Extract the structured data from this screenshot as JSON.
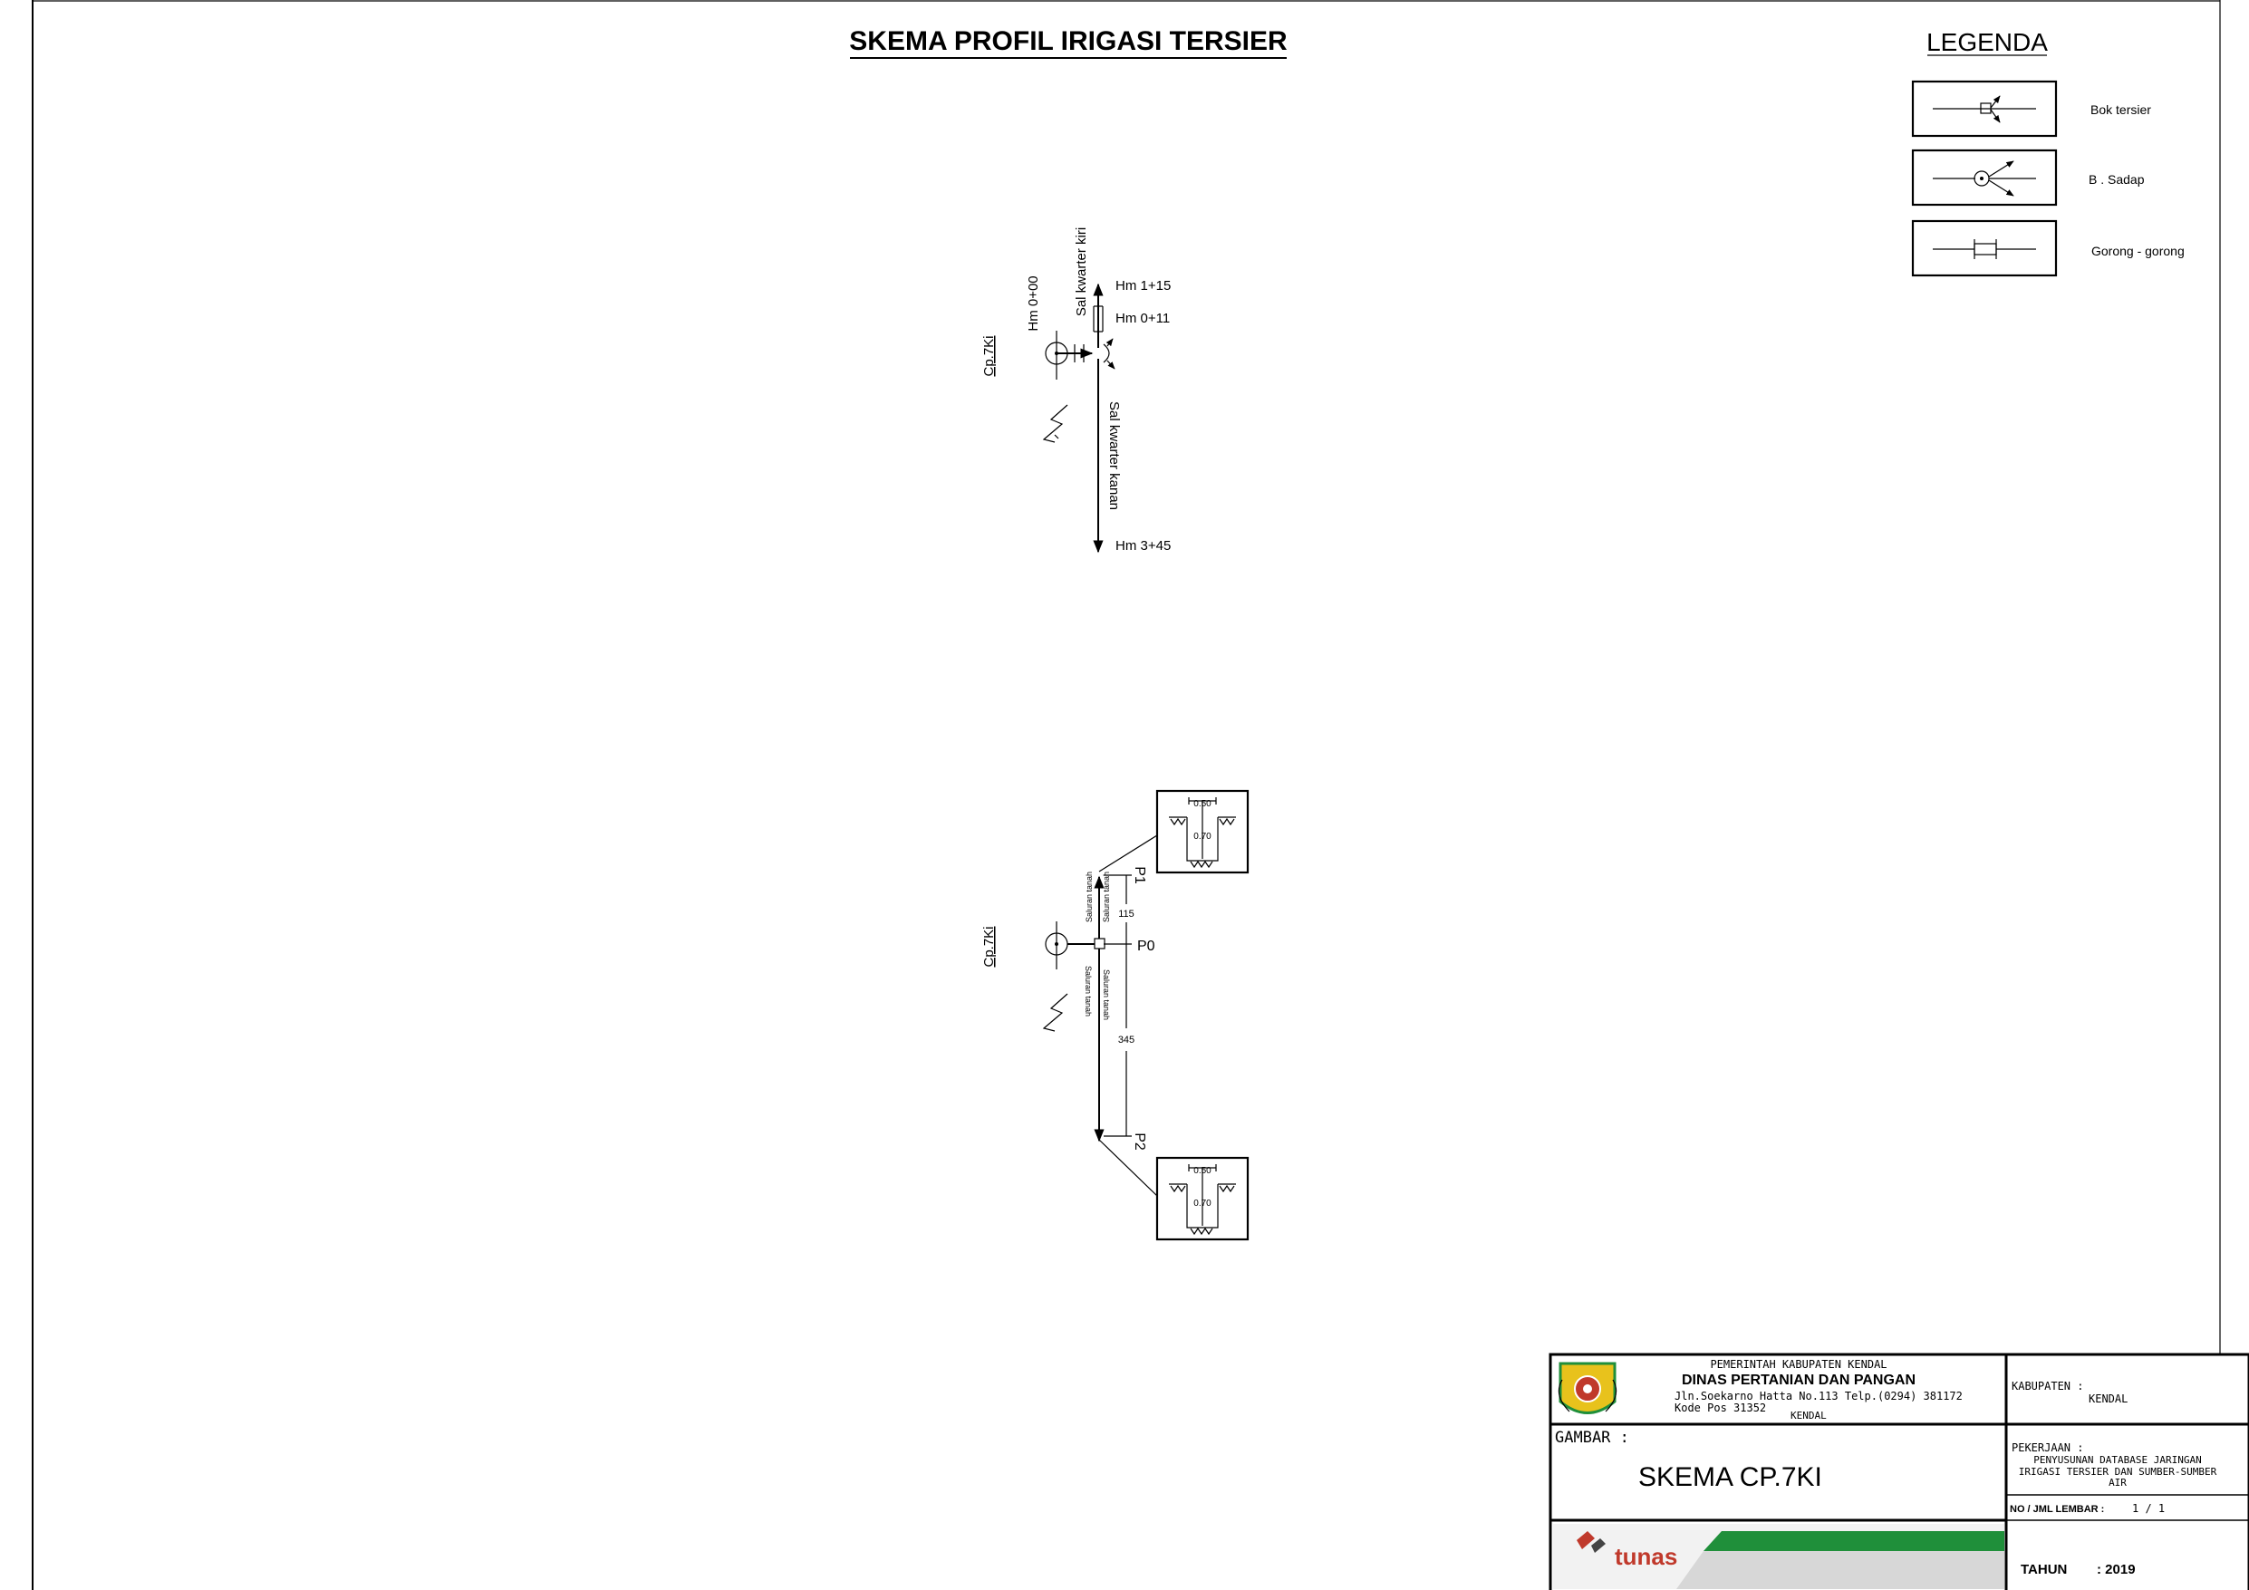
{
  "title": "SKEMA PROFIL IRIGASI TERSIER",
  "legend": {
    "heading": "LEGENDA",
    "items": [
      {
        "label": "Bok tersier",
        "icon": "bok-tersier-symbol"
      },
      {
        "label": "B . Sadap",
        "icon": "b-sadap-symbol"
      },
      {
        "label": "Gorong - gorong",
        "icon": "gorong-gorong-symbol"
      }
    ]
  },
  "schema_top": {
    "cp_label": "Cp.7Ki",
    "hm_start": "Hm 0+00",
    "left_channel": "Sal kwarter kiri",
    "right_channel": "Sal kwarter kanan",
    "hm_115": "Hm 1+15",
    "hm_011": "Hm 0+11",
    "hm_345": "Hm 3+45"
  },
  "schema_bottom": {
    "cp_label": "Cp.7Ki",
    "p0": "P0",
    "p1": "P1",
    "p2": "P2",
    "len_up": "115",
    "len_down": "345",
    "channel_label": "Saluran tanah",
    "section_width": "0.50",
    "section_depth": "0.70"
  },
  "title_block": {
    "gov": "PEMERINTAH KABUPATEN KENDAL",
    "dept": "DINAS PERTANIAN DAN PANGAN",
    "address": "Jln.Soekarno Hatta No.113 Telp.(0294) 381172",
    "postcode": "Kode Pos 31352",
    "city": "KENDAL",
    "kabupaten_label": "KABUPATEN :",
    "kabupaten_value": "KENDAL",
    "gambar_label": "GAMBAR :",
    "gambar_value": "SKEMA CP.7KI",
    "pekerjaan_label": "PEKERJAAN :",
    "pekerjaan_line1": "PENYUSUNAN DATABASE JARINGAN",
    "pekerjaan_line2": "IRIGASI TERSIER DAN SUMBER-SUMBER",
    "pekerjaan_line3": "AIR",
    "lembar_label": "NO / JML LEMBAR :",
    "lembar_value": "1 / 1",
    "tahun_label": "TAHUN",
    "tahun_value": ": 2019",
    "logo_text": "tunas"
  },
  "colors": {
    "line": "#000000",
    "logo_green": "#1f8f3a",
    "logo_red": "#c0392b",
    "emblem_yellow": "#e8c21c"
  }
}
